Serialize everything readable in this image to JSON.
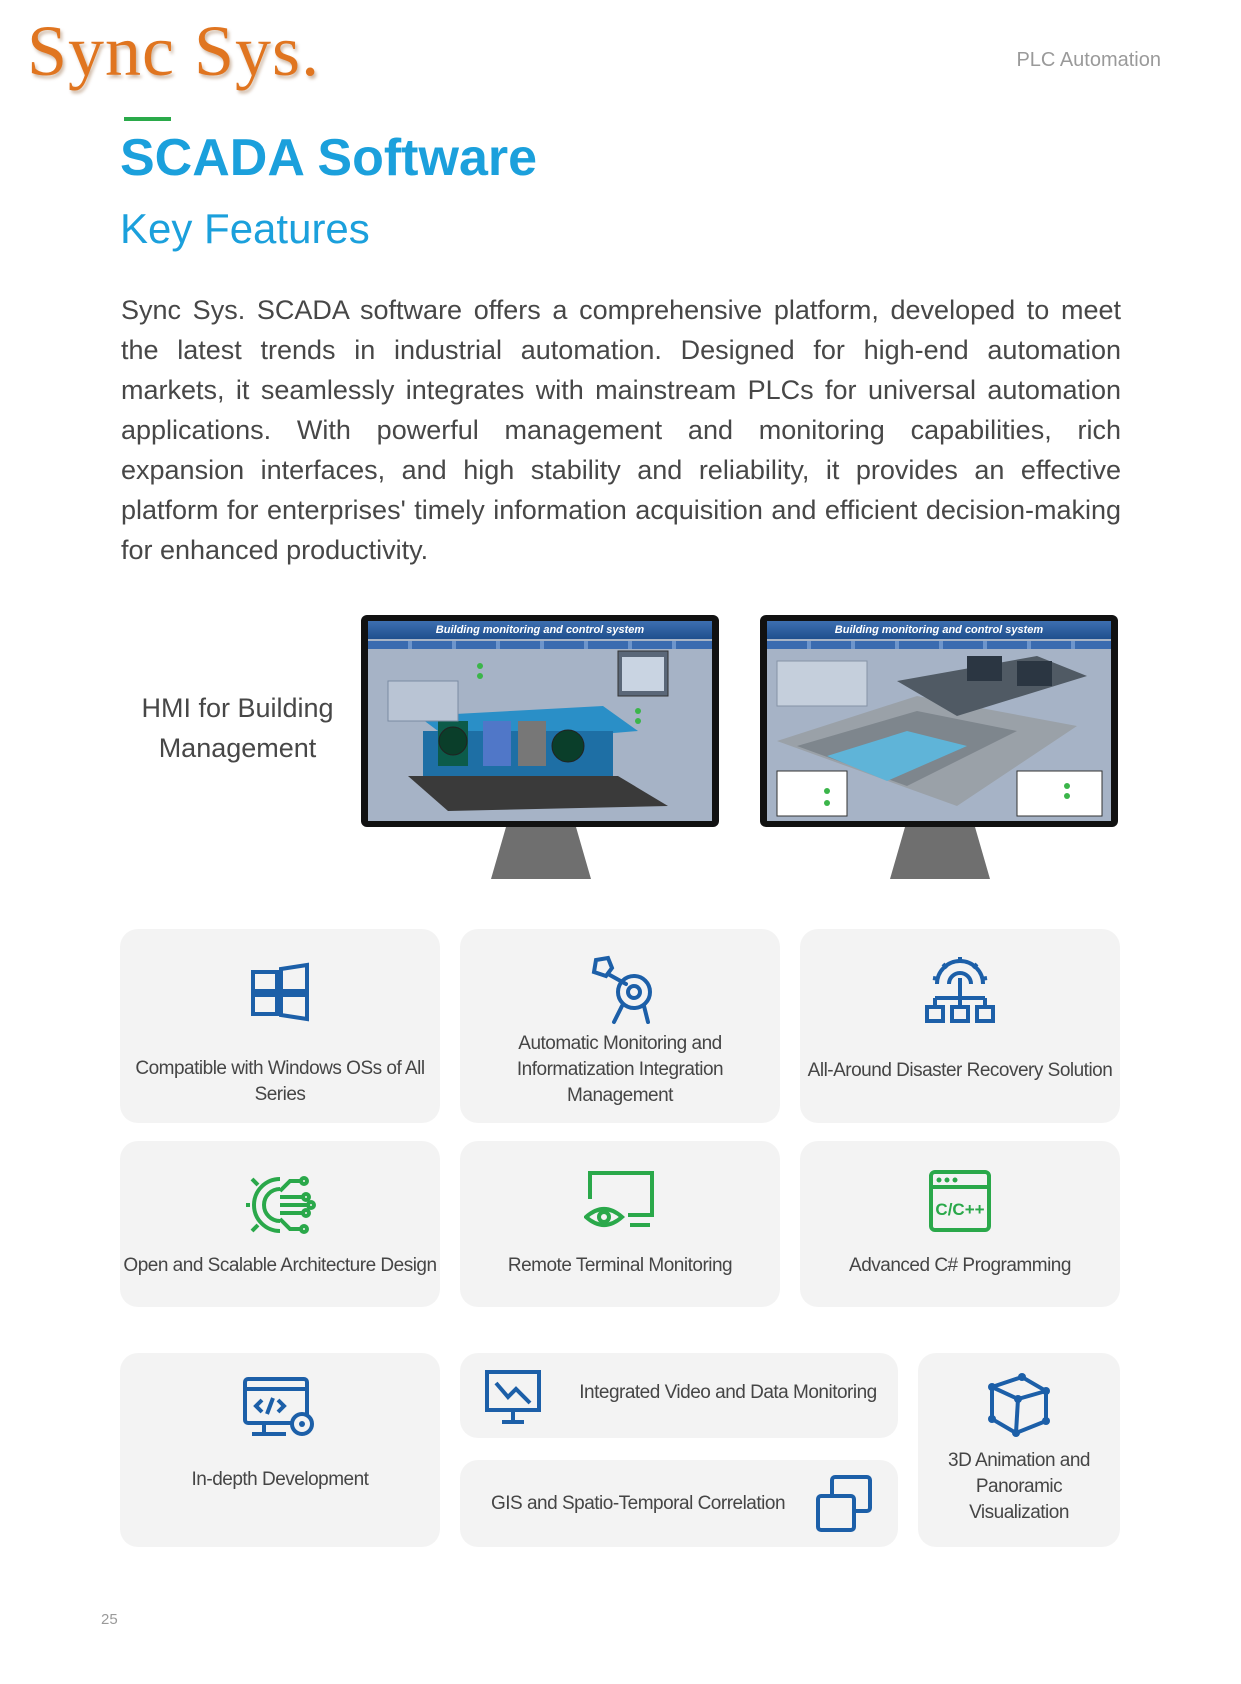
{
  "header": {
    "logo_text": "Sync Sys.",
    "section": "PLC Automation"
  },
  "title": "SCADA Software",
  "subtitle": "Key Features",
  "intro": "Sync Sys. SCADA software offers a comprehensive platform, developed to meet the latest trends in industrial automation. Designed for high-end automation markets, it seamlessly integrates with mainstream PLCs for universal automation applications. With powerful management and monitoring capabilities, rich expansion interfaces, and high stability and reliability, it provides an effective platform for enterprises' timely information acquisition and efficient decision-making for enhanced productivity.",
  "hmi": {
    "label": "HMI for Building Management",
    "screens": [
      {
        "title": "Building monitoring and control system"
      },
      {
        "title": "Building monitoring and control system"
      }
    ]
  },
  "features": [
    {
      "label": "Compatible with Windows OSs of All Series",
      "icon": "windows-icon",
      "color": "#1c5fa8"
    },
    {
      "label": "Automatic Monitoring and Informatization Integration Management",
      "icon": "wrench-gear-icon",
      "color": "#1c5fa8"
    },
    {
      "label": "All-Around Disaster Recovery Solution",
      "icon": "gear-network-icon",
      "color": "#1c5fa8"
    },
    {
      "label": "Open and Scalable Architecture Design",
      "icon": "circuit-gear-icon",
      "color": "#2aa84a"
    },
    {
      "label": "Remote Terminal Monitoring",
      "icon": "monitor-eye-icon",
      "color": "#2aa84a"
    },
    {
      "label": "Advanced C# Programming",
      "icon": "code-window-icon",
      "color": "#2aa84a"
    },
    {
      "label": "In-depth Development",
      "icon": "code-monitor-gear-icon",
      "color": "#1c5fa8"
    },
    {
      "label": "Integrated Video and Data Monitoring",
      "icon": "chart-screen-icon",
      "color": "#1c5fa8"
    },
    {
      "label": "GIS and Spatio-Temporal Correlation",
      "icon": "overlap-squares-icon",
      "color": "#1c5fa8"
    },
    {
      "label": "3D Animation and Panoramic Visualization",
      "icon": "cube-3d-icon",
      "color": "#1c5fa8"
    }
  ],
  "page_number": "25"
}
